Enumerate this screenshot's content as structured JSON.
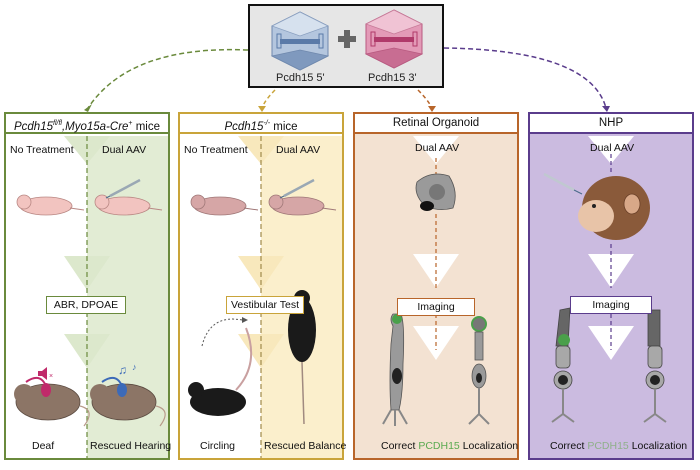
{
  "vectors": {
    "left_label": "Pcdh15 5'",
    "right_label": "Pcdh15 3'",
    "plus_symbol": "plus-icon",
    "left_color": "#8fa8cc",
    "right_color": "#d67fa0"
  },
  "panels": [
    {
      "id": "conditional-ko",
      "header_gene": "Pcdh15",
      "header_sup": "fl/fl",
      "header_mid": ",Myo15a-Cre",
      "header_sup2": "+",
      "header_suffix": " mice",
      "border_color": "#6a8a3c",
      "fill_color": "#e2ecd4",
      "left_col_label": "No Treatment",
      "right_col_label": "Dual AAV",
      "step_label": "ABR, DPOAE",
      "left_outcome": "Deaf",
      "right_outcome": "Rescued Hearing"
    },
    {
      "id": "knockout",
      "header_gene": "Pcdh15",
      "header_sup": "-/-",
      "header_suffix": " mice",
      "border_color": "#c9a43a",
      "fill_color": "#fbefcc",
      "left_col_label": "No Treatment",
      "right_col_label": "Dual AAV",
      "step_label": "Vestibular Test",
      "left_outcome": "Circling",
      "right_outcome": "Rescued Balance"
    },
    {
      "id": "retinal-organoid",
      "header": "Retinal Organoid",
      "border_color": "#b8652a",
      "fill_color": "#f3e2d2",
      "top_label": "Dual AAV",
      "step_label": "Imaging",
      "outcome_parts": [
        "Correct ",
        "PCDH15",
        " Localization"
      ]
    },
    {
      "id": "nhp",
      "header": "NHP",
      "border_color": "#5a3c8c",
      "fill_color": "#cbbbe0",
      "top_label": "Dual AAV",
      "step_label": "Imaging",
      "outcome_parts": [
        "Correct ",
        "PCDH15",
        " Localization"
      ]
    }
  ]
}
